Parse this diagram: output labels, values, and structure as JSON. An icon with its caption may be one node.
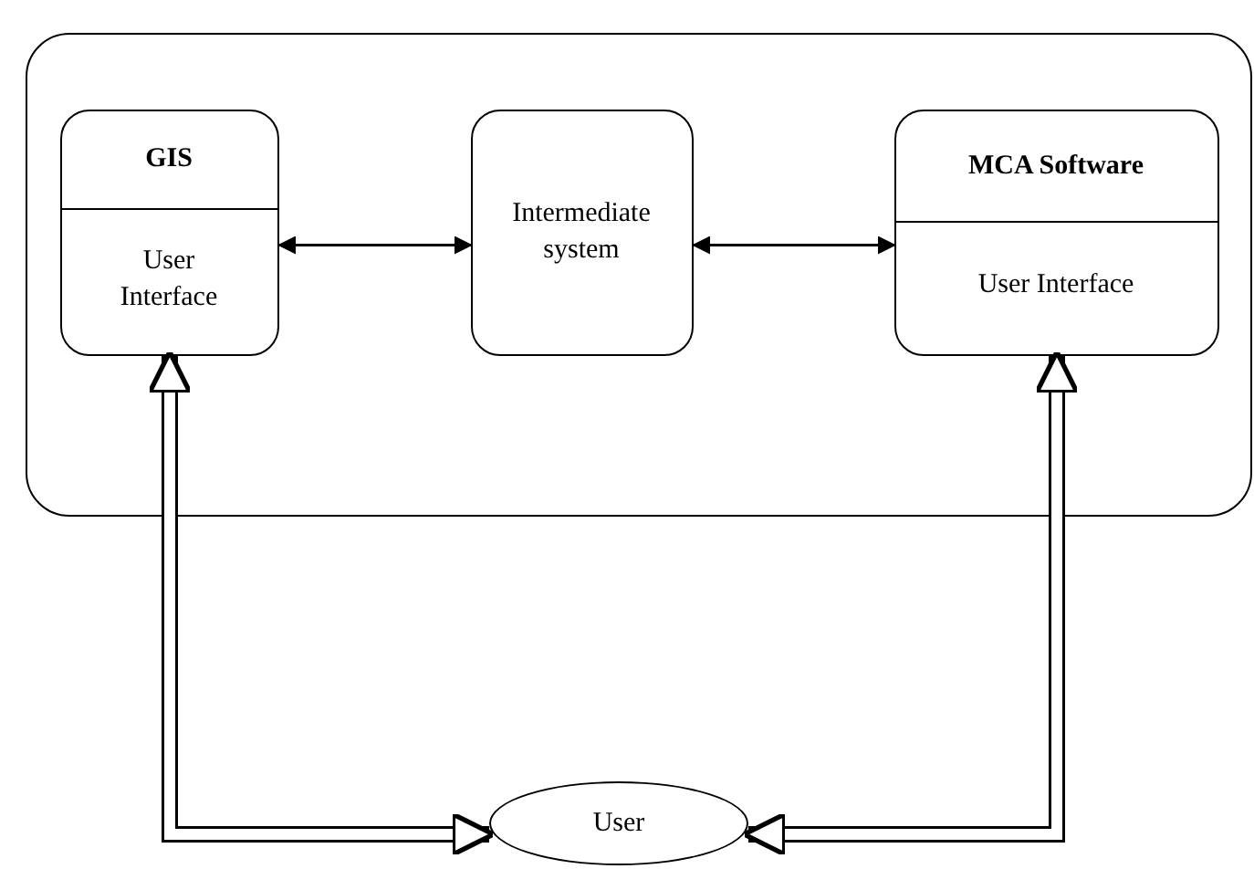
{
  "diagram": {
    "nodes": [
      {
        "text": [],
        "shape": "box"
      },
      {
        "text": [
          "GIS",
          "User Interface"
        ],
        "in": 0
      },
      {
        "text": [
          "Intermediate system"
        ],
        "in": 0
      },
      {
        "text": [
          "MCA Software",
          "User Interface"
        ],
        "in": 0
      },
      {
        "text": [
          "User"
        ]
      }
    ],
    "edges": [
      {
        "from": 1,
        "to": 2,
        "arrow": "both"
      },
      {
        "from": 2,
        "to": 3,
        "arrow": "both"
      },
      {
        "from": 1,
        "to": 4,
        "arrow": "both",
        "style": "thick"
      },
      {
        "from": 3,
        "to": 4,
        "arrow": "both",
        "style": "thick"
      }
    ]
  }
}
